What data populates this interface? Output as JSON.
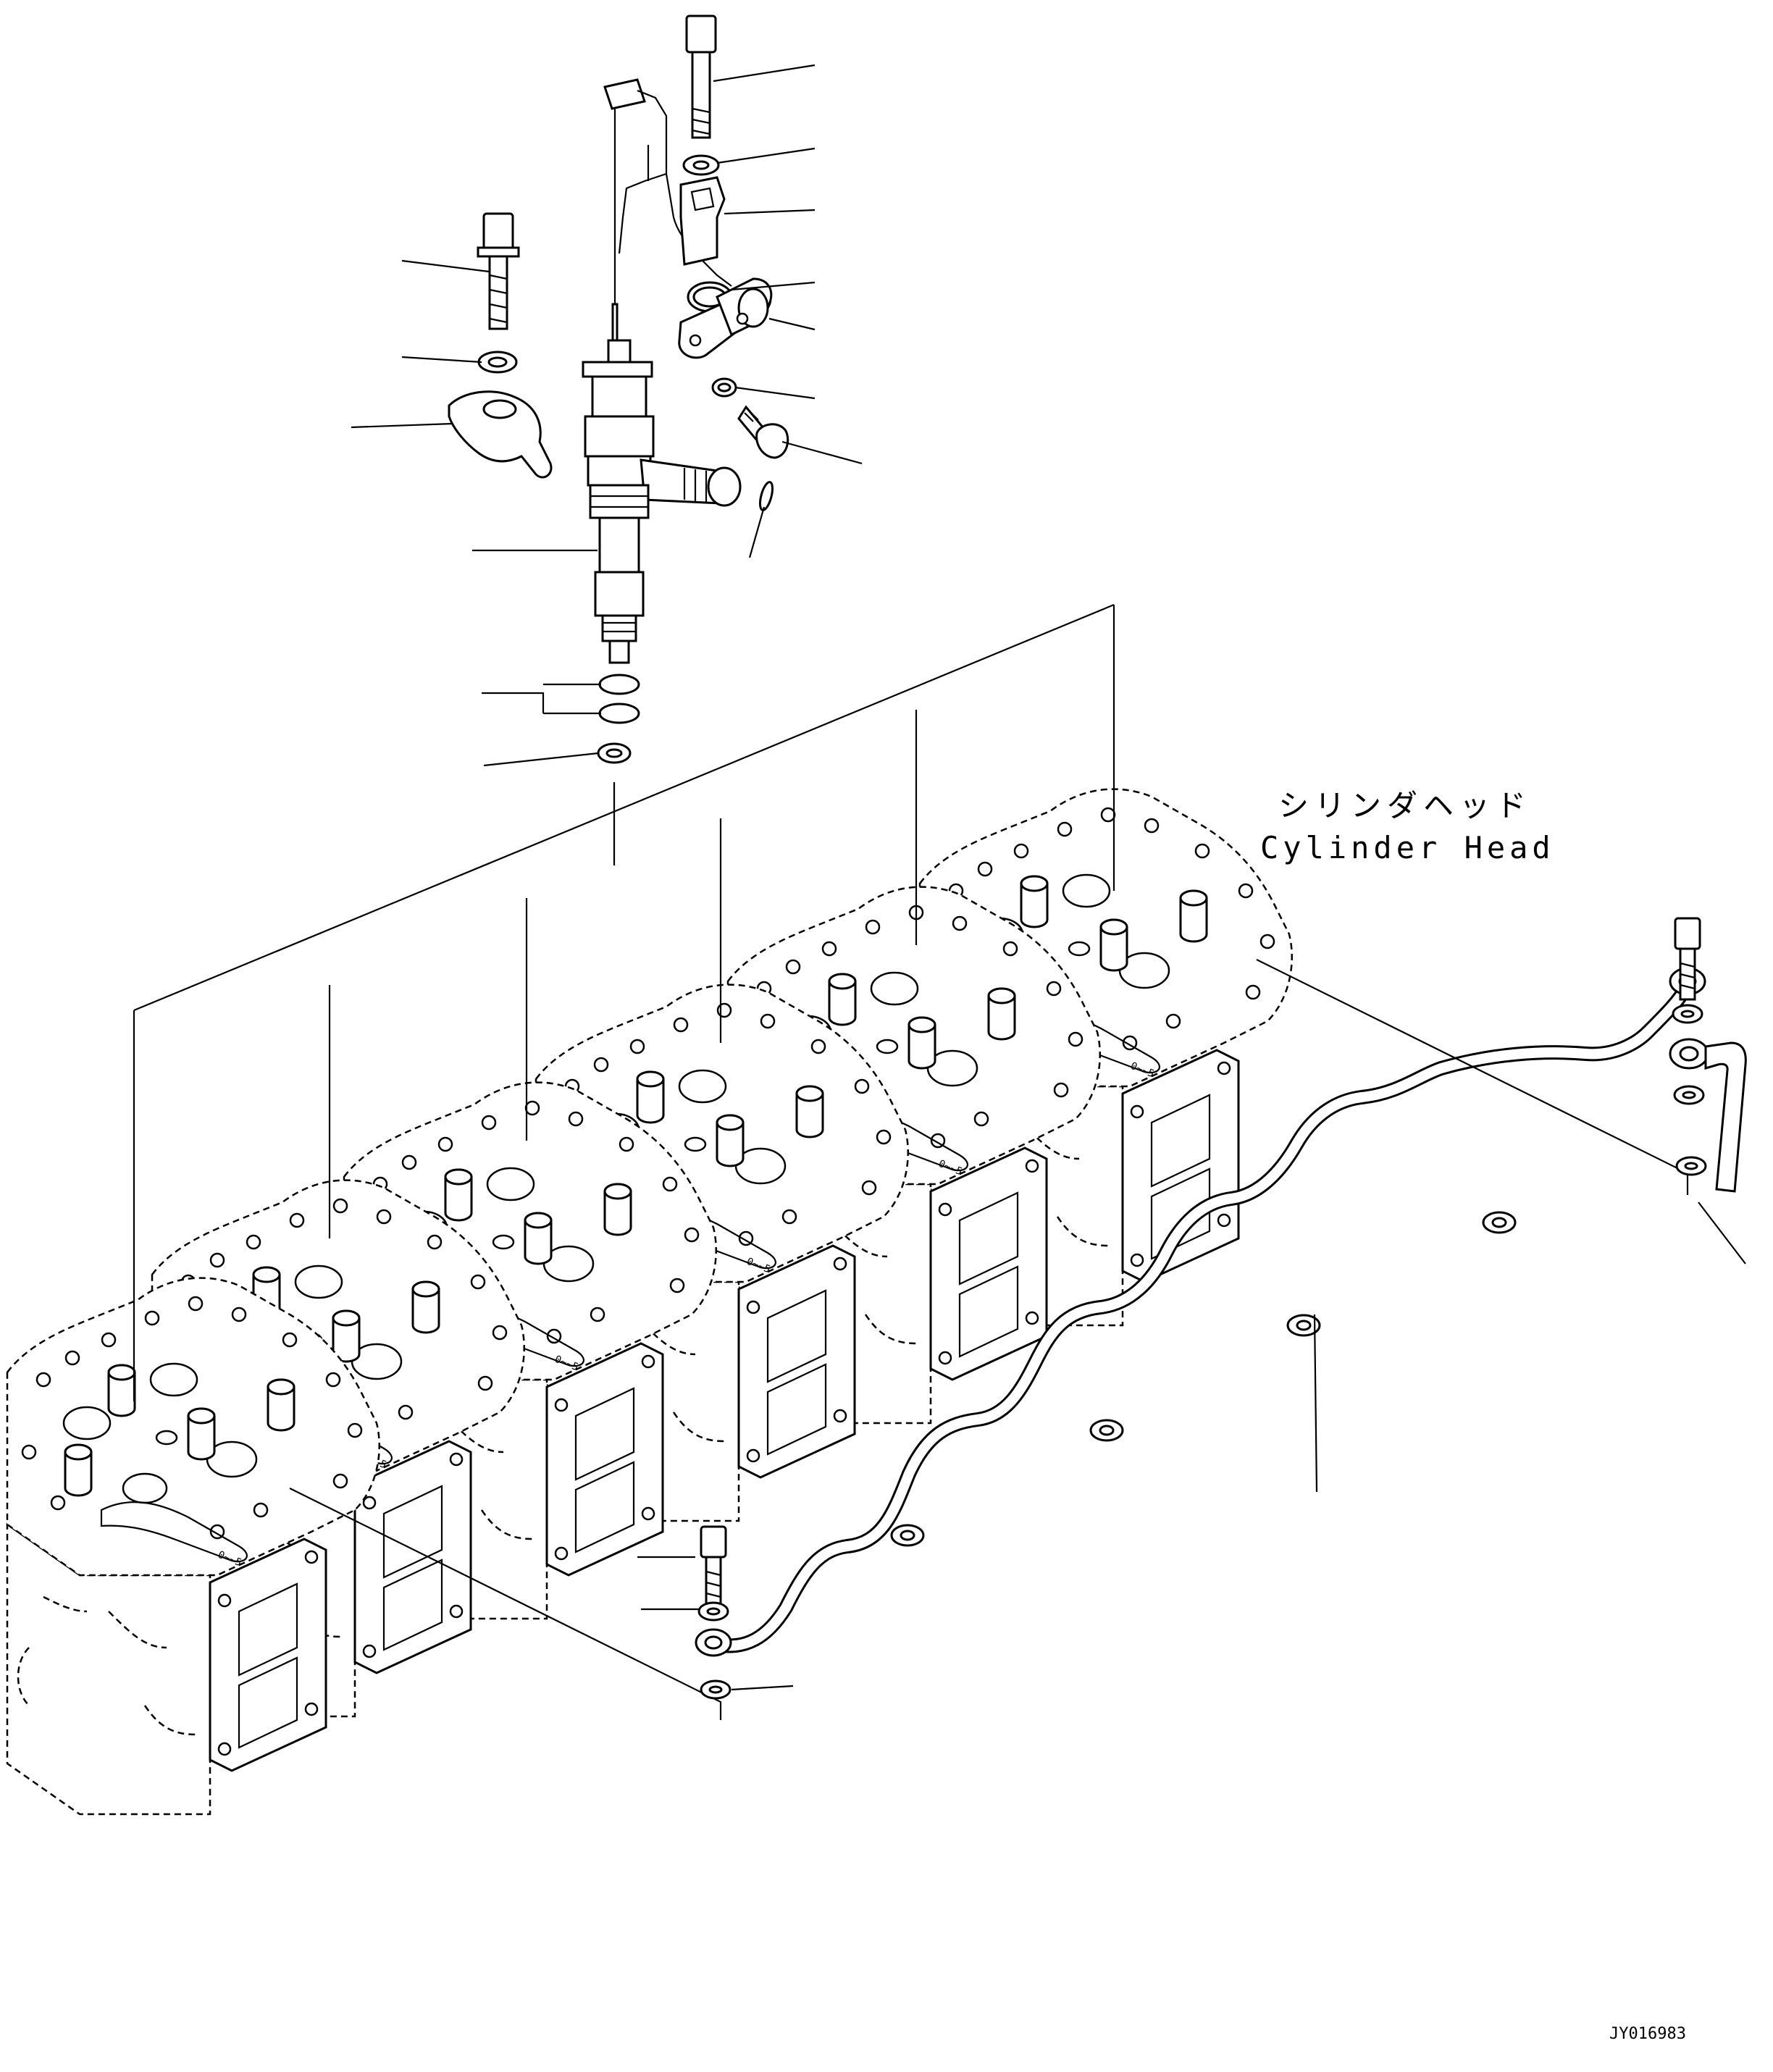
{
  "labels": {
    "cylinder_head_jp": "シリンダヘッド",
    "cylinder_head_en": "Cylinder Head",
    "drawing_id": "JY016983"
  },
  "diagram": {
    "cylinder_head_count": 6,
    "injector_count": 1,
    "rail_joint_count": 6
  }
}
